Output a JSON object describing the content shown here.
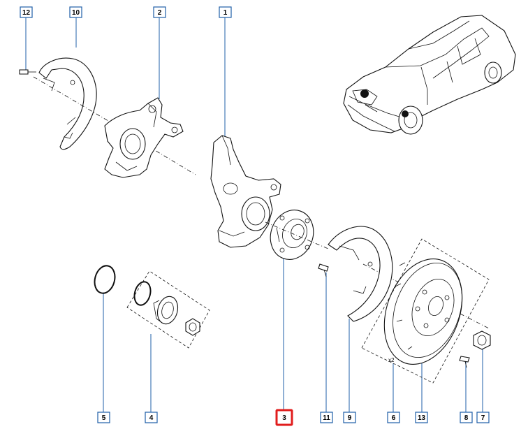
{
  "diagram": {
    "callouts": [
      {
        "id": "12",
        "label": "12"
      },
      {
        "id": "10",
        "label": "10"
      },
      {
        "id": "2",
        "label": "2"
      },
      {
        "id": "1",
        "label": "1"
      },
      {
        "id": "5",
        "label": "5"
      },
      {
        "id": "4",
        "label": "4"
      },
      {
        "id": "3",
        "label": "3",
        "highlighted": true
      },
      {
        "id": "11",
        "label": "11"
      },
      {
        "id": "9",
        "label": "9"
      },
      {
        "id": "6",
        "label": "6"
      },
      {
        "id": "13",
        "label": "13"
      },
      {
        "id": "8",
        "label": "8"
      },
      {
        "id": "7",
        "label": "7"
      }
    ],
    "quantity_note": "x2"
  },
  "colors": {
    "callout_border": "#1f5fa8",
    "highlight_border": "#e11d1d",
    "line_art": "#111111"
  }
}
